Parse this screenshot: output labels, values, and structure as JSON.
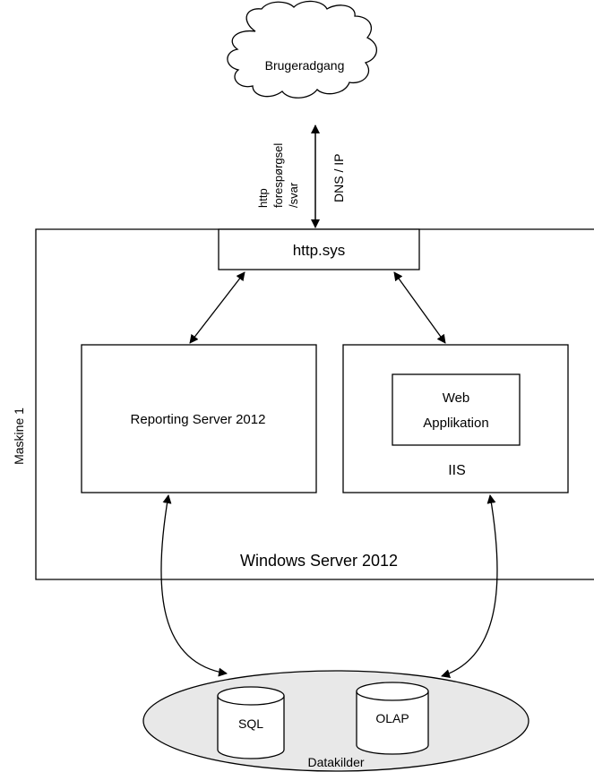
{
  "cloud": {
    "label": "Brugeradgang"
  },
  "link_labels": {
    "request_line1": "http",
    "request_line2": "forespørgsel",
    "request_line3": "/svar",
    "dns": "DNS / IP"
  },
  "machine": {
    "label": "Maskine 1",
    "os_label": "Windows Server 2012"
  },
  "http_sys": {
    "label": "http.sys"
  },
  "reporting_server": {
    "label": "Reporting Server 2012"
  },
  "iis": {
    "label": "IIS",
    "web_app_line1": "Web",
    "web_app_line2": "Applikation"
  },
  "datasources": {
    "label": "Datakilder",
    "sql_label": "SQL",
    "olap_label": "OLAP"
  },
  "colors": {
    "stroke": "#000000",
    "fill": "#ffffff",
    "ellipse_fill": "#e8e8e8"
  }
}
